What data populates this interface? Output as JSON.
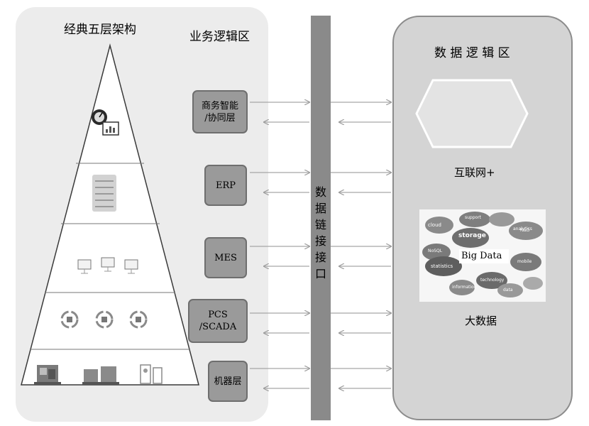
{
  "titles": {
    "pyramid": "经典五层架构",
    "business": "业务逻辑区",
    "data_logic": "数 据 逻 辑 区"
  },
  "layers": [
    {
      "line1": "商务智能",
      "line2": "/协同层"
    },
    {
      "line1": "ERP",
      "line2": ""
    },
    {
      "line1": "MES",
      "line2": ""
    },
    {
      "line1": "PCS",
      "line2": "/SCADA"
    },
    {
      "line1": "机器层",
      "line2": ""
    }
  ],
  "interface": {
    "chars": [
      "数",
      "据",
      "链",
      "接",
      "接",
      "口"
    ]
  },
  "right": {
    "internet_label": "互联网+",
    "bigdata_center": "Big Data",
    "bigdata_label": "大数据",
    "cloud_words": [
      "cloud",
      "storage",
      "support",
      "analytics",
      "statistics",
      "mobile",
      "technology",
      "information",
      "NoSQL",
      "R&D",
      "data"
    ]
  },
  "colors": {
    "panel": "#ececec",
    "right_panel": "#d4d4d4",
    "bar": "#8a8a8a",
    "box": "#9a9a9a",
    "arrow": "#a6a6a6"
  }
}
